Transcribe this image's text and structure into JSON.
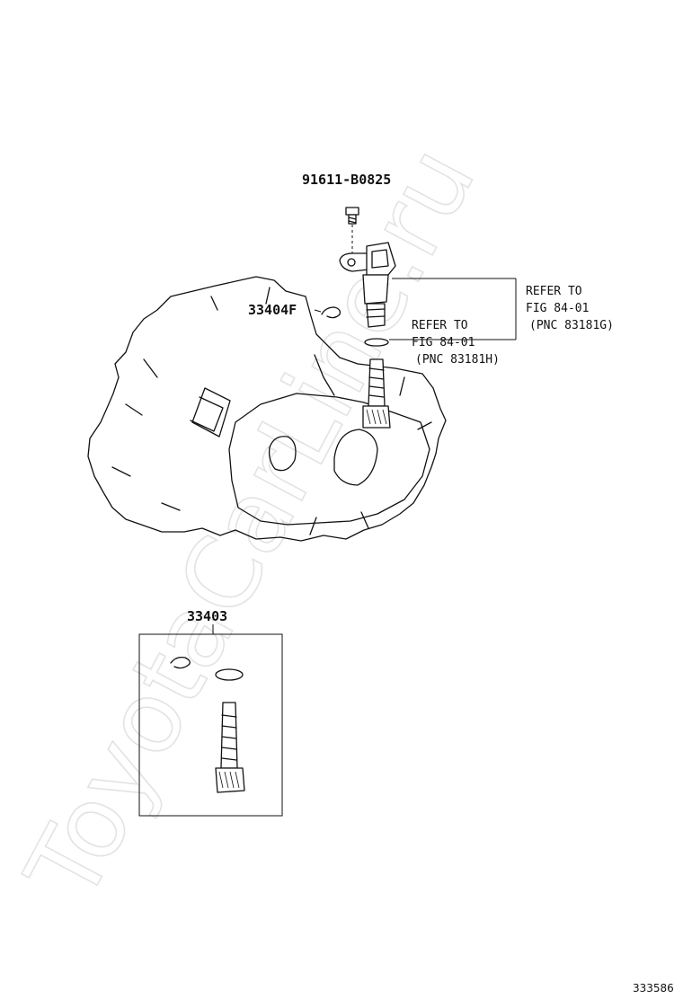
{
  "watermark": "ToyotaCarLine.ru",
  "labels": {
    "bolt_part_no": "91611-B0825",
    "clip_part_no": "33404F",
    "kit_part_no": "33403"
  },
  "references": {
    "sensor_ref": [
      "REFER TO",
      "FIG 84-01",
      "(PNC 83181G)"
    ],
    "oring_ref": [
      "REFER TO",
      "FIG 84-01",
      "(PNC 83181H)"
    ]
  },
  "figure_number": "333586"
}
